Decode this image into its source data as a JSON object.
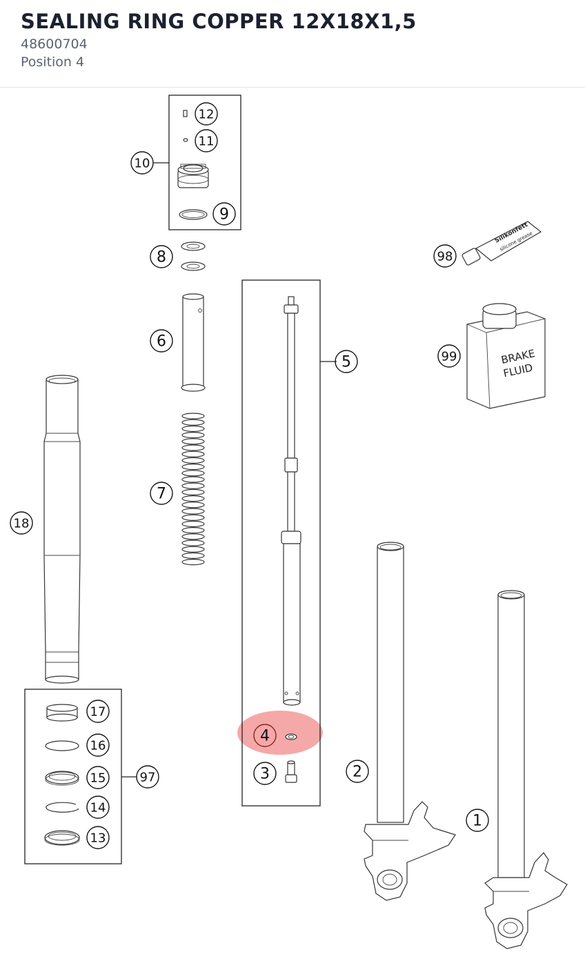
{
  "header": {
    "title": "SEALING RING COPPER 12X18X1,5",
    "part_number": "48600704",
    "position": "Position 4"
  },
  "diagram": {
    "highlight_color": "#f28b8b",
    "callouts": [
      "1",
      "2",
      "3",
      "4",
      "5",
      "6",
      "7",
      "8",
      "9",
      "10",
      "11",
      "12",
      "13",
      "14",
      "15",
      "16",
      "17",
      "18",
      "97",
      "98",
      "99"
    ],
    "tube_label_1": "Silikonfett",
    "tube_label_2": "silicone grease",
    "can_label_1": "BRAKE",
    "can_label_2": "FLUID"
  }
}
